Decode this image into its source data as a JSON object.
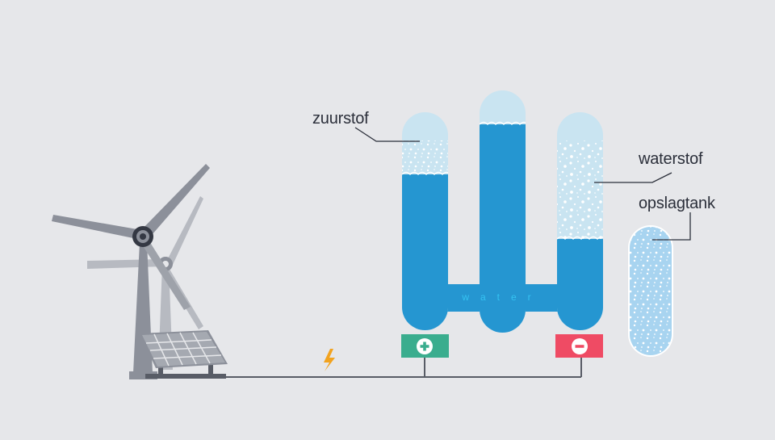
{
  "labels": {
    "oxygen": "zuurstof",
    "hydrogen": "waterstof",
    "storage": "opslagtank",
    "water": "water"
  },
  "icons": {
    "power": "lightning-bolt-icon",
    "positive": "plus-icon",
    "negative": "minus-icon"
  },
  "colors": {
    "background": "#e6e7ea",
    "water": "#2596d1",
    "gas": "#c9e4f1",
    "positive_electrode": "#3aad8e",
    "negative_electrode": "#ef4b64",
    "bolt": "#f2a31f",
    "turbine": "#8c909a",
    "wire": "#585c66"
  }
}
